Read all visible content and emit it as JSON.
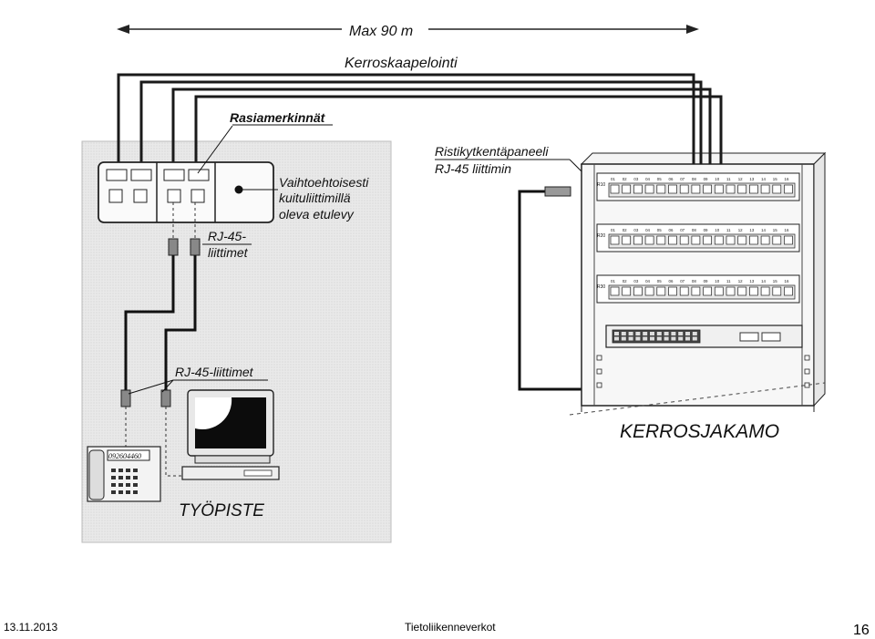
{
  "diagram": {
    "distance_label": "Max 90 m",
    "floor_cabling_label": "Kerroskaapelointi",
    "outlet_markings_label": "Rasiamerkinnät",
    "alt_front_label": [
      "Vaihtoehtoisesti",
      "kuituliittimillä",
      "oleva etulevy"
    ],
    "rj45_connectors_top": [
      "RJ-45-",
      "liittimet"
    ],
    "rj45_connectors_bottom": "RJ-45-liittimet",
    "patch_panel_label": [
      "Ristikytkentäpaneeli",
      "RJ-45 liittimin"
    ],
    "wiring_closet_label": "KERROSJAKAMO",
    "workstation_label": "TYÖPISTE",
    "phone_display": "092604460",
    "panel_rows": [
      "R10",
      "R20",
      "R30"
    ],
    "port_numbers": [
      "01",
      "02",
      "03",
      "04",
      "05",
      "06",
      "07",
      "08",
      "09",
      "10",
      "11",
      "12",
      "13",
      "14",
      "15",
      "16"
    ]
  },
  "footer": {
    "date": "13.11.2013",
    "title": "Tietoliikenneverkot",
    "page": "16"
  }
}
